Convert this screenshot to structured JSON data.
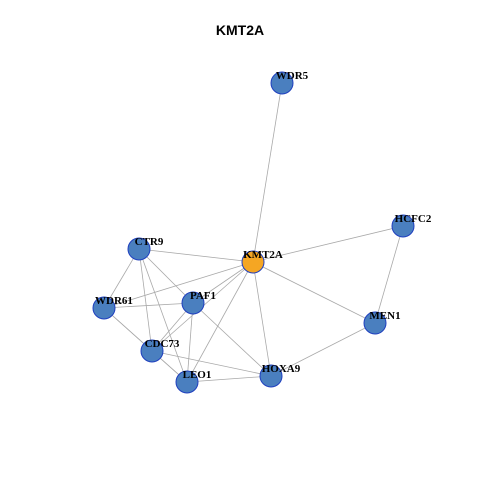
{
  "title": "KMT2A",
  "colors": {
    "node_default": "#4a7fbf",
    "node_highlight": "#f5a623",
    "node_border": "#1f3fbf",
    "edge": "#a9a9a9"
  },
  "nodes": [
    {
      "id": "WDR5",
      "label": "WDR5",
      "highlight": false
    },
    {
      "id": "HCFC2",
      "label": "HCFC2",
      "highlight": false
    },
    {
      "id": "CTR9",
      "label": "CTR9",
      "highlight": false
    },
    {
      "id": "KMT2A",
      "label": "KMT2A",
      "highlight": true
    },
    {
      "id": "WDR61",
      "label": "WDR61",
      "highlight": false
    },
    {
      "id": "PAF1",
      "label": "PAF1",
      "highlight": false
    },
    {
      "id": "MEN1",
      "label": "MEN1",
      "highlight": false
    },
    {
      "id": "CDC73",
      "label": "CDC73",
      "highlight": false
    },
    {
      "id": "HOXA9",
      "label": "HOXA9",
      "highlight": false
    },
    {
      "id": "LEO1",
      "label": "LEO1",
      "highlight": false
    }
  ],
  "edges": [
    [
      "KMT2A",
      "WDR5"
    ],
    [
      "KMT2A",
      "HCFC2"
    ],
    [
      "KMT2A",
      "CTR9"
    ],
    [
      "KMT2A",
      "WDR61"
    ],
    [
      "KMT2A",
      "PAF1"
    ],
    [
      "KMT2A",
      "MEN1"
    ],
    [
      "KMT2A",
      "CDC73"
    ],
    [
      "KMT2A",
      "HOXA9"
    ],
    [
      "KMT2A",
      "LEO1"
    ],
    [
      "HCFC2",
      "MEN1"
    ],
    [
      "MEN1",
      "HOXA9"
    ],
    [
      "CTR9",
      "WDR61"
    ],
    [
      "CTR9",
      "PAF1"
    ],
    [
      "CTR9",
      "CDC73"
    ],
    [
      "CTR9",
      "LEO1"
    ],
    [
      "WDR61",
      "PAF1"
    ],
    [
      "WDR61",
      "CDC73"
    ],
    [
      "WDR61",
      "LEO1"
    ],
    [
      "PAF1",
      "CDC73"
    ],
    [
      "PAF1",
      "LEO1"
    ],
    [
      "PAF1",
      "HOXA9"
    ],
    [
      "CDC73",
      "LEO1"
    ],
    [
      "CDC73",
      "HOXA9"
    ],
    [
      "LEO1",
      "HOXA9"
    ]
  ]
}
